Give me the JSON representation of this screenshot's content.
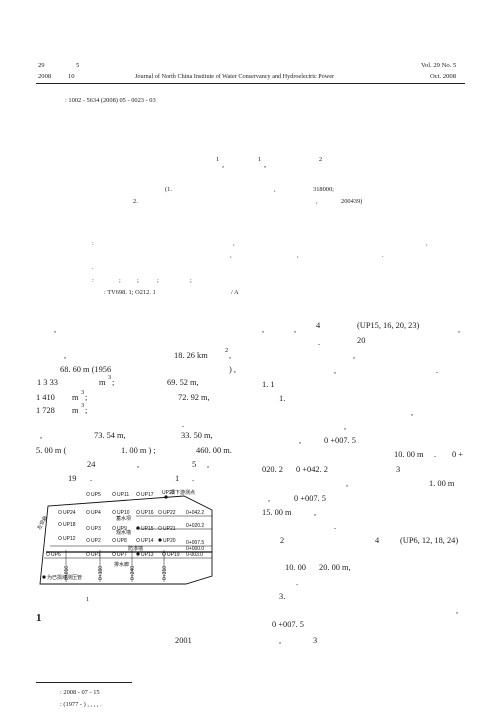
{
  "header": {
    "left_line1_a": "29",
    "left_line1_b": "5",
    "left_line2_a": "2008",
    "left_line2_b": "10",
    "journal": "Journal of North China Institute of Water Conservancy and Hydroelectric Power",
    "right_line1": "Vol. 29 No. 5",
    "right_line2": "Oct.  2008"
  },
  "article_no": ": 1002 - 5634 (2008) 05 - 0023 - 03",
  "authors_marks": {
    "m1": "1",
    "m2": "1",
    "m3": "2",
    "c1": ",",
    "c2": ","
  },
  "affiliations": {
    "a1_pre": "(1.",
    "a1_comma": ",",
    "a1_code": "318000;",
    "a2_pre": "2.",
    "a2_comma": ",",
    "a2_code": "200439)"
  },
  "abstract": {
    "colon": ":",
    "p1": ",",
    "p2": ",",
    "p3": ",",
    "p4": ",",
    "p5": "."
  },
  "keywords": {
    "colon": ":",
    "s1": ";",
    "s2": ";",
    "s3": ";",
    "s4": ";"
  },
  "classification": {
    "clc": ": TV698. 1; O212. 1",
    "doc_type": "/ A"
  },
  "left_col": {
    "l1": ",",
    "l2": "18. 26 km",
    "l2sup": "2",
    "l2tail": ",",
    "l3a": "68. 60 m (1956",
    "l3b": ") ,",
    "l4a": "1 3 33",
    "l4b": "m",
    "l4sup": "3",
    "l4c": ";",
    "l4d": "69. 52 m,",
    "l5a": "1 410",
    "l5b": "m",
    "l5sup": "3",
    "l5c": ";",
    "l5d": "72. 92 m,",
    "l6a": "1 728",
    "l6b": "m",
    "l6sup": "3",
    "l6c": ";",
    "l7": ".",
    "l8a": ",",
    "l8b": "73. 54 m,",
    "l8c": "33. 50 m,",
    "l9a": "5. 00 m (",
    "l9b": "1. 00 m ) ;",
    "l9c": "460. 00 m.",
    "l10a": "24",
    "l10b": ",",
    "l10c": "5",
    "l10d": ",",
    "l11a": "19",
    "l11b": ".",
    "l11c": "1",
    "l11d": ".",
    "fig_mark": "1",
    "sec1": "1",
    "year": "2001",
    "received": ": 2008 - 07 - 15",
    "bio": ": (1977 - ) ,   ,         ,       ,                 ."
  },
  "diagram": {
    "points": [
      "UP5",
      "UP11",
      "UP17",
      "UP23",
      "UP24",
      "UP4",
      "UP10",
      "UP16",
      "UP22",
      "UP18",
      "UP3",
      "UP9",
      "UP15",
      "UP21",
      "UP12",
      "UP2",
      "UP8",
      "UP14",
      "UP20",
      "UP6",
      "UP1",
      "UP7",
      "UP13",
      "UP19"
    ],
    "label_top_right": "坝下游测点",
    "label_dam_left": "左坝肩",
    "label_anti_seepage": "防渗墙",
    "label_drain": "排水廊",
    "label_reservoir": "蓄水坝",
    "label_seep": "观水墙",
    "label_legend": "为已损坏测压管",
    "st1": "0+042.2",
    "st2": "0+020.2",
    "st3": "0+007.5",
    "st4": "0+000.0",
    "st5": "0-003.0",
    "vst1": "0+016",
    "vst2": "0+160",
    "vst3": "0+240",
    "vst4": "0+310"
  },
  "right_col": {
    "r1a": ",",
    "r1b": ",",
    "r1c": "4",
    "r1d": "(UP15, 16, 20, 23)",
    "r1e": ",",
    "r2a": ".",
    "r2b": "20",
    "r3": ",",
    "r4a": ",",
    "r4b": ".",
    "r5": "1. 1",
    "r6": "1.",
    "r7": ",",
    "r8": ",",
    "r9a": ",",
    "r9b": "0 +007. 5",
    "r10a": "020. 2",
    "r10b": "0 +042. 2",
    "r10c": "10. 00 m",
    "r10d": ".",
    "r10e": "0 +",
    "r11": "3",
    "r12a": ",",
    "r12b": "1. 00 m",
    "r13a": ",",
    "r13b": "0 +007. 5",
    "r14a": "15. 00 m",
    "r14b": ",",
    "r15": ".",
    "r16a": "2",
    "r16b": "4",
    "r16c": "(UP6, 12, 18, 24)",
    "r17a": "10. 00",
    "r17b": "20. 00 m,",
    "r18": ".",
    "r19": "3.",
    "r20": ",",
    "r21a": "0 +007. 5",
    "r21b": ",",
    "r21c": "3"
  }
}
